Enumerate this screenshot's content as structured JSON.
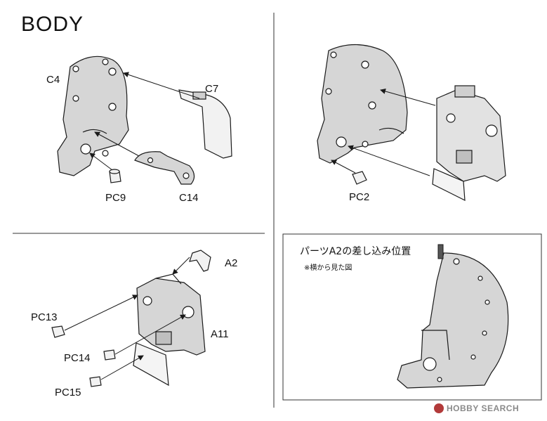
{
  "title": "BODY",
  "panels": {
    "p1": {
      "labels": {
        "c4": "C4",
        "c7": "C7",
        "pc9": "PC9",
        "c14": "C14"
      }
    },
    "p2": {
      "labels": {
        "pc2": "PC2"
      }
    },
    "p3": {
      "labels": {
        "a2": "A2",
        "pc13": "PC13",
        "a11": "A11",
        "pc14": "PC14",
        "pc15": "PC15"
      }
    },
    "p4": {
      "title": "パーツA2の差し込み位置",
      "subtitle": "※横から見た図"
    }
  },
  "watermark": "HOBBY SEARCH",
  "colors": {
    "line": "#1a1a1a",
    "part_fill": "#d8d8d8",
    "part_dark": "#9a9a9a",
    "frame": "#333333"
  }
}
